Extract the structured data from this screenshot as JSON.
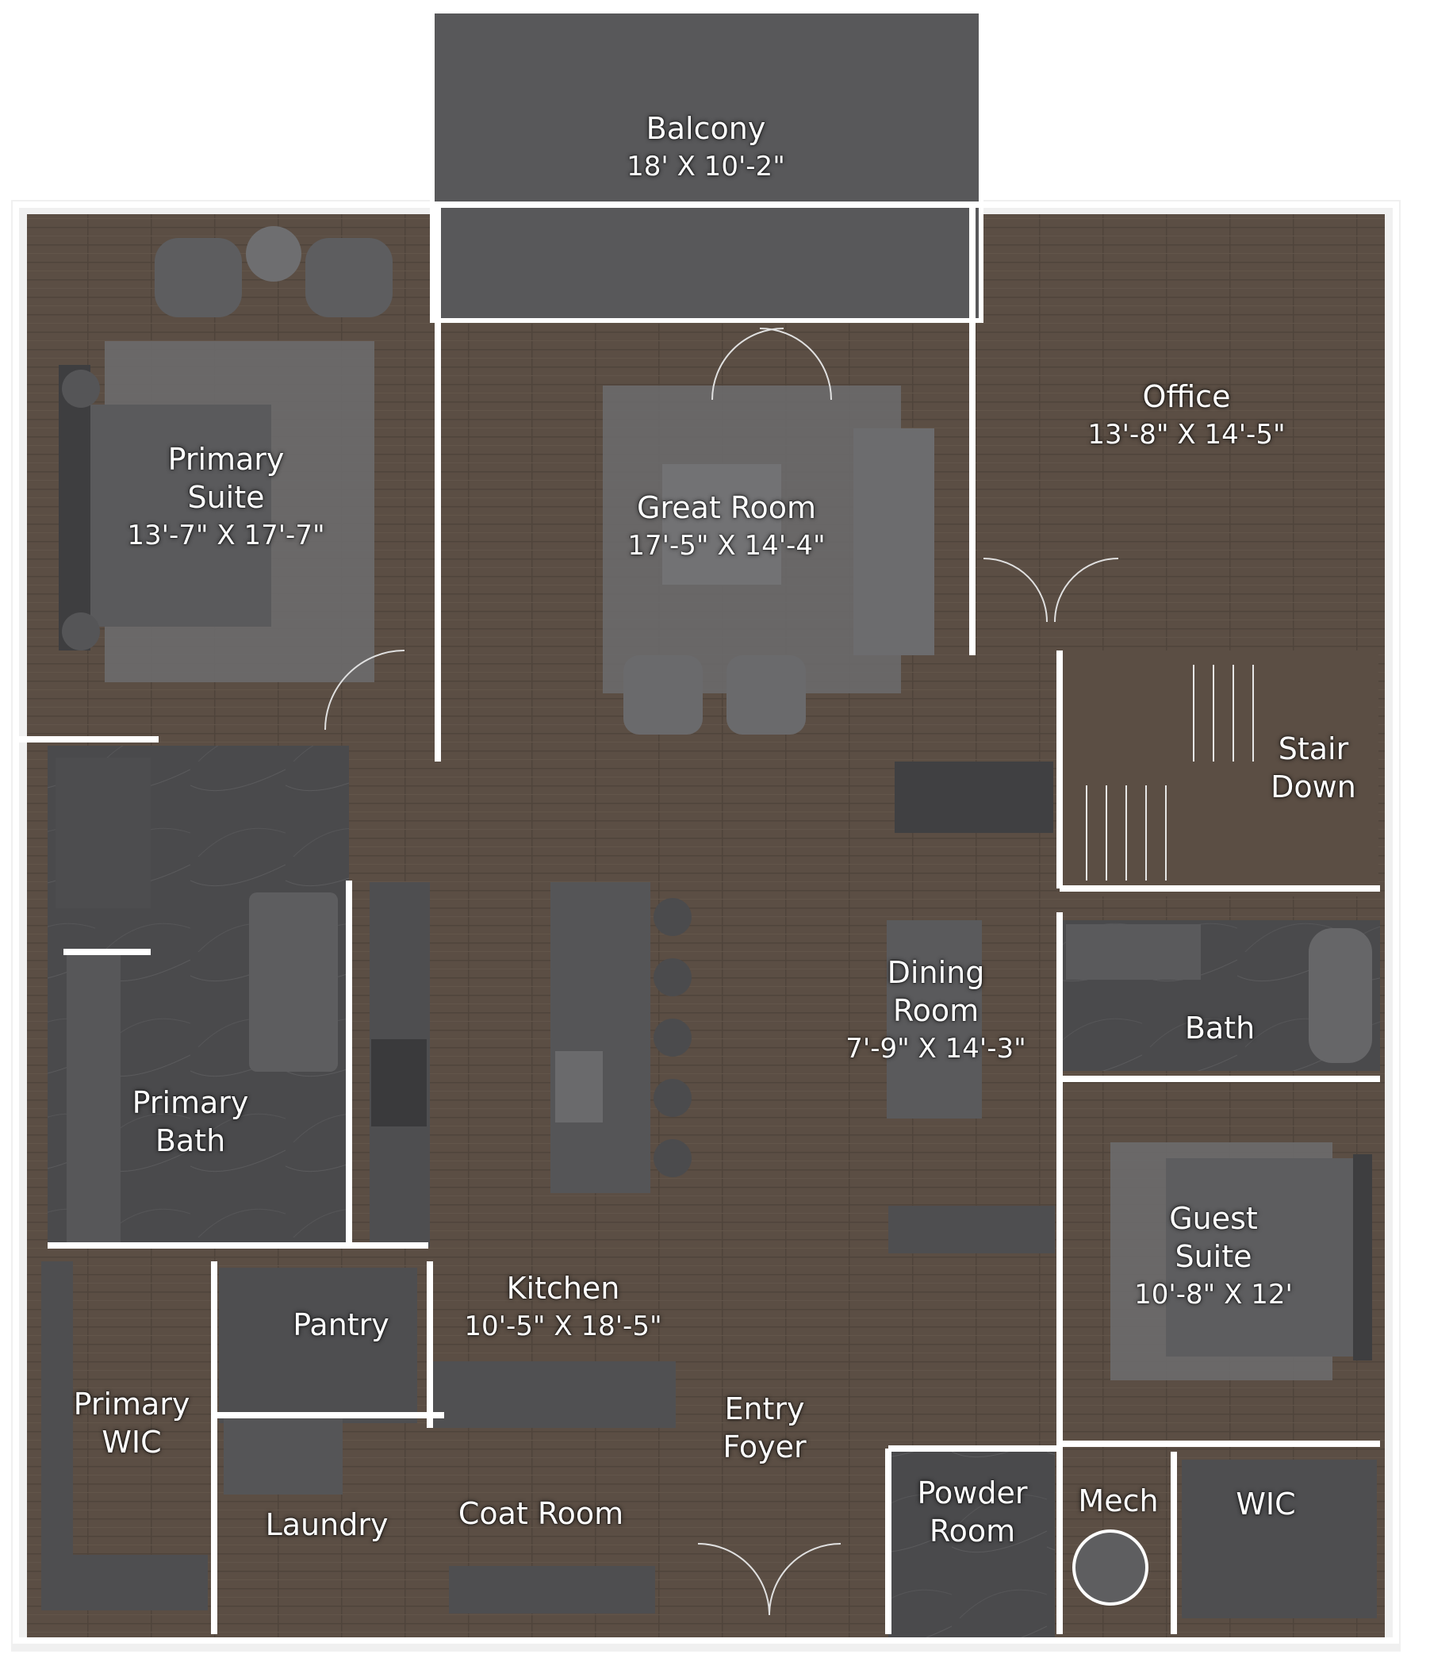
{
  "colors": {
    "floor": "#5b4e44",
    "floor_dark": "#4a4038",
    "balcony": "#58585a",
    "wall": "#ffffff",
    "tile": "#4b4b4d",
    "rug": "#6a6a6c",
    "furniture": "#666668",
    "counter": "#3d3d3f",
    "label": "#ffffff"
  },
  "rooms": {
    "balcony": {
      "name": "Balcony",
      "dims": "18' X 10'-2\""
    },
    "office": {
      "name": "Office",
      "dims": "13'-8\" X 14'-5\""
    },
    "primary_suite": {
      "name_line1": "Primary",
      "name_line2": "Suite",
      "dims": "13'-7\" X 17'-7\""
    },
    "great_room": {
      "name": "Great Room",
      "dims": "17'-5\" X 14'-4\""
    },
    "stair": {
      "name_line1": "Stair",
      "name_line2": "Down"
    },
    "dining_room": {
      "name_line1": "Dining",
      "name_line2": "Room",
      "dims": "7'-9\" X 14'-3\""
    },
    "bath": {
      "name": "Bath"
    },
    "primary_bath": {
      "name_line1": "Primary",
      "name_line2": "Bath"
    },
    "guest_suite": {
      "name_line1": "Guest",
      "name_line2": "Suite",
      "dims": "10'-8\" X 12'"
    },
    "kitchen": {
      "name": "Kitchen",
      "dims": "10'-5\" X 18'-5\""
    },
    "pantry": {
      "name": "Pantry"
    },
    "primary_wic": {
      "name_line1": "Primary",
      "name_line2": "WIC"
    },
    "entry_foyer": {
      "name_line1": "Entry",
      "name_line2": "Foyer"
    },
    "laundry": {
      "name": "Laundry"
    },
    "coat_room": {
      "name": "Coat Room"
    },
    "powder_room": {
      "name_line1": "Powder",
      "name_line2": "Room"
    },
    "mech": {
      "name": "Mech"
    },
    "wic": {
      "name": "WIC"
    }
  }
}
